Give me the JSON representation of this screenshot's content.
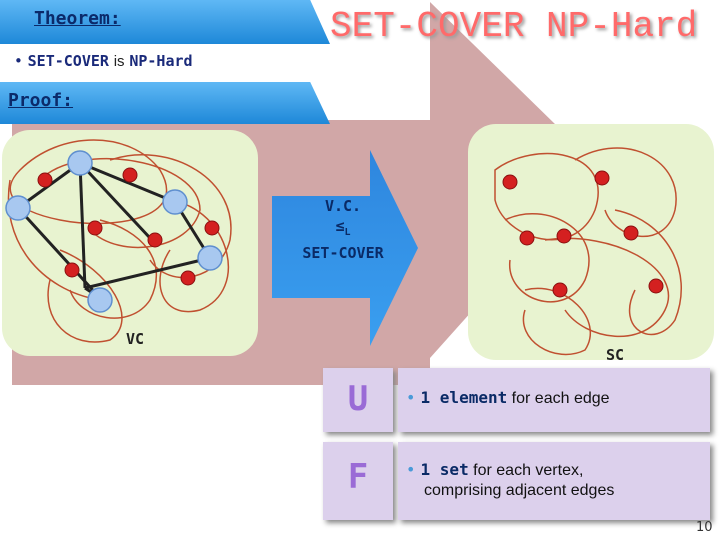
{
  "header": {
    "theorem_label": "Theorem:",
    "bullet": "•",
    "claim_set_cover": "SET-COVER",
    "claim_is": "is",
    "claim_np_hard": "NP-Hard",
    "slide_title": "SET-COVER NP-Hard"
  },
  "proof_label": "Proof:",
  "reduction": {
    "line1": "V.C.",
    "line2": "≤",
    "line2_sub": "L",
    "line3": "SET-COVER"
  },
  "panels": {
    "left_label": "VC",
    "right_label": "SC"
  },
  "defs": [
    {
      "letter": "U",
      "bullet": "•",
      "keyword": "1 element",
      "text1": " for each edge",
      "text2": ""
    },
    {
      "letter": "F",
      "bullet": "•",
      "keyword": "1 set",
      "text1": " for each vertex,",
      "text2": "comprising adjacent edges"
    }
  ],
  "page_number": "10",
  "colors": {
    "title": "#ff6a6a",
    "banner": "#2a8fe0",
    "element_node": "#d42020",
    "vertex_node": "#a8c8f0",
    "panel": "#e8f3d0",
    "def_box": "#dcd0ec",
    "reduction_arrow": "#2a90e8",
    "background_arrow": "#c89090"
  },
  "icons": {
    "reduction_arrow": "right-arrow-icon",
    "background_arrow": "right-arrow-icon"
  }
}
